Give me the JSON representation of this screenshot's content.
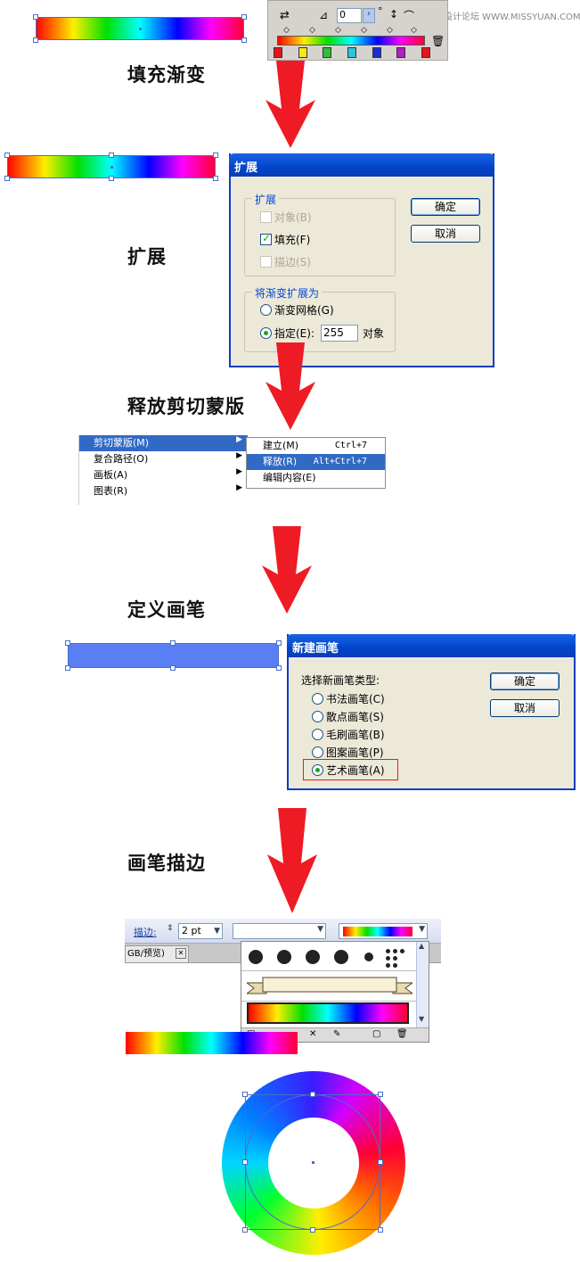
{
  "watermark": "思缘设计论坛  WWW.MISSYUAN.COM",
  "steps": {
    "fill_gradient": "填充渐变",
    "expand": "扩展",
    "release_clipping": "释放剪切蒙版",
    "define_brush": "定义画笔",
    "brush_stroke": "画笔描边"
  },
  "gradient_panel": {
    "angle_value": "0",
    "angle_unit": "°",
    "stop_colors": [
      "#e8141c",
      "#f5e81a",
      "#2fbe3a",
      "#2cc4d8",
      "#1a2fd0",
      "#b21fc6",
      "#e8141c"
    ]
  },
  "expand_dialog": {
    "title": "扩展",
    "expand_group": "扩展",
    "object_label": "对象(B)",
    "fill_label": "填充(F)",
    "stroke_label": "描边(S)",
    "gradient_group": "将渐变扩展为",
    "mesh_label": "渐变网格(G)",
    "specify_label": "指定(E):",
    "specify_value": "255",
    "specify_unit": "对象",
    "ok": "确定",
    "cancel": "取消"
  },
  "object_menu": {
    "items": [
      {
        "label": "剪切蒙版(M)"
      },
      {
        "label": "复合路径(O)"
      },
      {
        "label": "画板(A)"
      },
      {
        "label": "图表(R)"
      }
    ],
    "submenu": [
      {
        "label": "建立(M)",
        "shortcut": "Ctrl+7"
      },
      {
        "label": "释放(R)",
        "shortcut": "Alt+Ctrl+7"
      },
      {
        "label": "编辑内容(E)",
        "shortcut": ""
      }
    ]
  },
  "new_brush_dialog": {
    "title": "新建画笔",
    "prompt": "选择新画笔类型:",
    "options": [
      "书法画笔(C)",
      "散点画笔(S)",
      "毛刷画笔(B)",
      "图案画笔(P)",
      "艺术画笔(A)"
    ],
    "selected_index": 4,
    "ok": "确定",
    "cancel": "取消"
  },
  "stroke_toolbar": {
    "stroke_label": "描边:",
    "stroke_value": "2 pt",
    "doc_tab": "GB/预览)",
    "tab_close": "✕"
  },
  "colors": {
    "dialog_bg": "#ece9d8",
    "title_blue": "#0045c9",
    "highlight": "#316ac5",
    "arrow_red": "#ee1b24",
    "brush_blue": "#5a7ef3"
  }
}
